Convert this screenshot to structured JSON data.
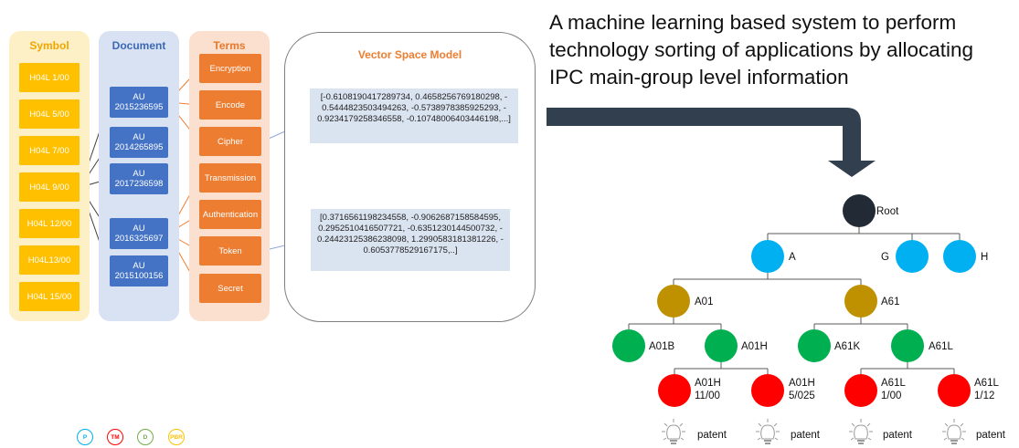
{
  "headline": {
    "line1": "A machine learning based system to perform",
    "line2": "technology sorting of applications by allocating",
    "line3": "IPC main-group level information"
  },
  "columns": {
    "symbol": {
      "title": "Symbol",
      "items": [
        "H04L 1/00",
        "H04L 5/00",
        "H04L 7/00",
        "H04L 9/00",
        "H04L 12/00",
        "H04L13/00",
        "H04L 15/00"
      ]
    },
    "document": {
      "title": "Document",
      "items": [
        {
          "line1": "AU",
          "line2": "2015236595"
        },
        {
          "line1": "AU",
          "line2": "2014265895"
        },
        {
          "line1": "AU",
          "line2": "2017236598"
        },
        {
          "line1": "AU",
          "line2": "2016325697"
        },
        {
          "line1": "AU",
          "line2": "2015100156"
        }
      ]
    },
    "terms": {
      "title": "Terms",
      "items": [
        "Encryption",
        "Encode",
        "Cipher",
        "Transmission",
        "Authentication",
        "Token",
        "Secret"
      ]
    }
  },
  "vector_space_model": {
    "title": "Vector Space Model",
    "vector1": {
      "line1": "[-0.6108190417289734, 0.4658256769180298, -",
      "line2": "0.5444823503494263, -0.5738978385925293, -",
      "line3": "0.9234179258346558, -0.10748006403446198,...]"
    },
    "vector2": {
      "line1": "[0.3716561198234558, -0.9062687158584595,",
      "line2": "0.2952510416507721, -0.6351230144500732, -",
      "line3": "0.24423125386238098, 1.2990583181381226, -",
      "line4": "0.6053778529167175,..]"
    }
  },
  "tree": {
    "root": "Root",
    "level1": [
      "A",
      "G",
      "H"
    ],
    "level2": [
      "A01",
      "A61"
    ],
    "level3": [
      "A01B",
      "A01H",
      "A61K",
      "A61L"
    ],
    "level4": [
      {
        "line1": "A01H",
        "line2": "11/00"
      },
      {
        "line1": "A01H",
        "line2": "5/025"
      },
      {
        "line1": "A61L",
        "line2": "1/00"
      },
      {
        "line1": "A61L",
        "line2": "1/12"
      }
    ],
    "leaf_label": "patent",
    "leaf_icon": "lightbulb-icon"
  },
  "legend": [
    "P",
    "TM",
    "D",
    "PBR"
  ],
  "colors": {
    "symbol": "#ffc000",
    "document": "#4472c4",
    "terms": "#ed7d31",
    "root": "#222a35",
    "level1": "#00b0f0",
    "level2": "#bf9000",
    "level3": "#00b050",
    "level4": "#ff0000",
    "arrow": "#323f4f",
    "legend": [
      "#00b0f0",
      "#ff0000",
      "#70ad47",
      "#ffc000"
    ]
  }
}
